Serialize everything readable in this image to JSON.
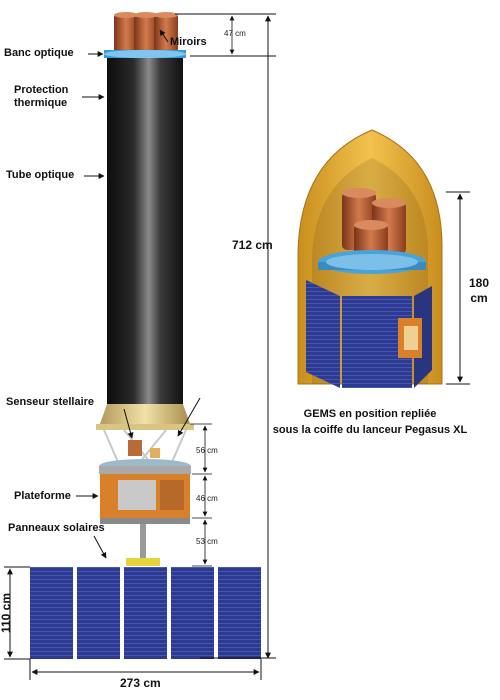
{
  "labels": {
    "banc_optique": "Banc optique",
    "miroirs": "Miroirs",
    "protection_thermique": "Protection\nthermique",
    "tube_optique": "Tube optique",
    "senseur_stellaire": "Senseur stellaire",
    "plateforme": "Plateforme",
    "panneaux_solaires": "Panneaux solaires"
  },
  "dimensions": {
    "total_height": "712 cm",
    "mirror_height": "47 cm",
    "stowed_height": "180 cm",
    "segment_56": "56 cm",
    "segment_46": "46 cm",
    "segment_53": "53 cm",
    "panel_height": "110 cm",
    "panel_width": "273 cm"
  },
  "caption": {
    "line1": "GEMS en position repliée",
    "line2": "sous la coiffe du lanceur Pegasus XL"
  },
  "colors": {
    "copper": "#b5613a",
    "tube_dark": "#1c1c1c",
    "fairing_gold": "#e8b23a",
    "solar_blue": "#2e3a8f",
    "platform_orange": "#d9802a",
    "ring_blue": "#4aa3d8"
  }
}
